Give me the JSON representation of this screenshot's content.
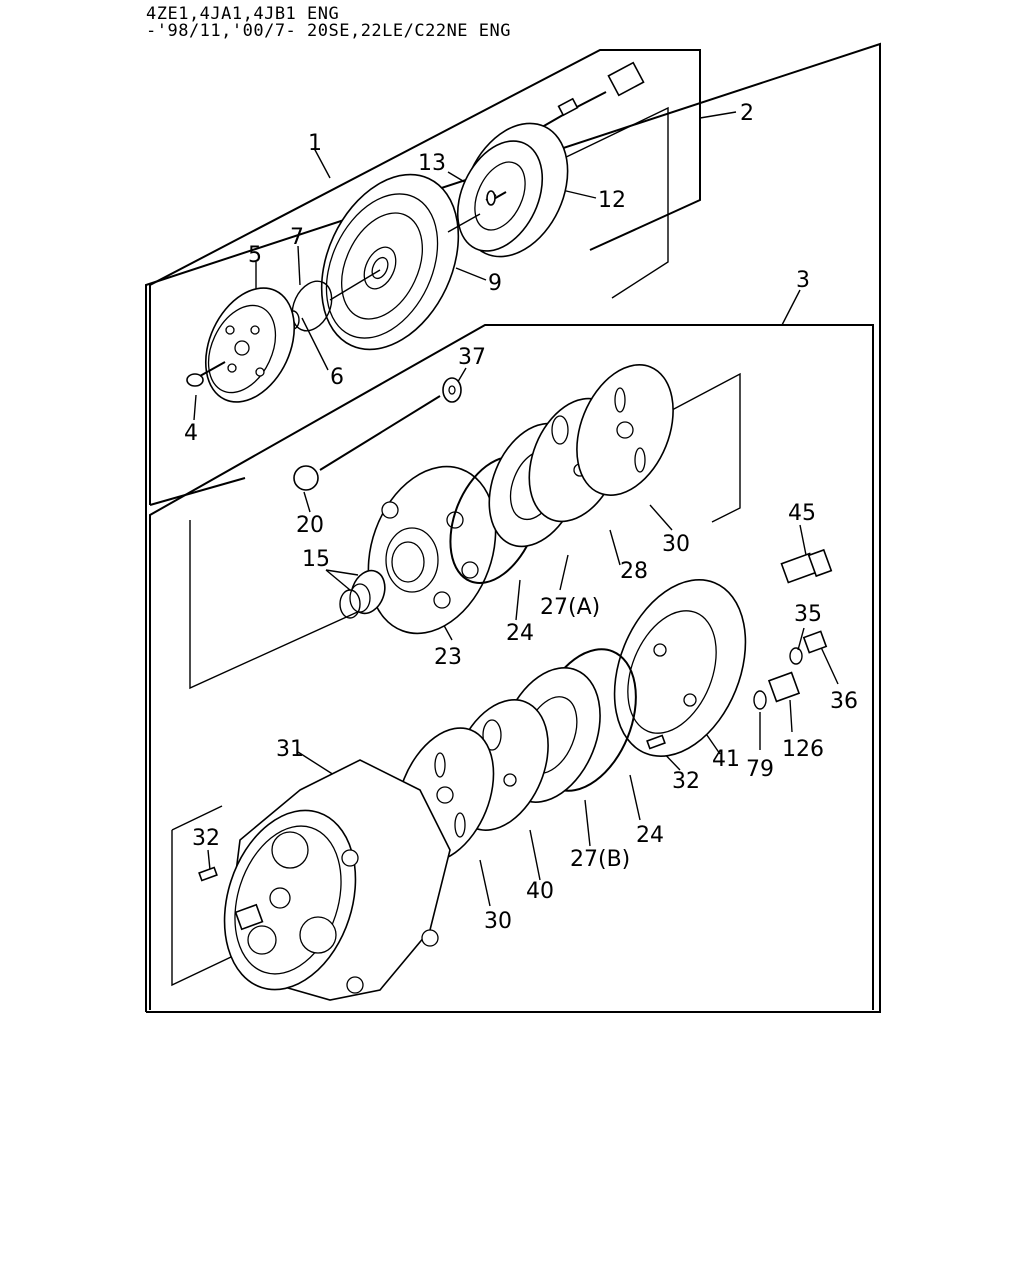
{
  "header": {
    "line1": "4ZE1,4JA1,4JB1 ENG",
    "line2": "-'98/11,'00/7- 20SE,22LE/C22NE ENG"
  },
  "callouts": {
    "c1": "1",
    "c2": "2",
    "c3": "3",
    "c4": "4",
    "c5": "5",
    "c6": "6",
    "c7": "7",
    "c9": "9",
    "c12": "12",
    "c13": "13",
    "c15": "15",
    "c20": "20",
    "c23": "23",
    "c24a": "24",
    "c24b": "24",
    "c27a": "27(A)",
    "c27b": "27(B)",
    "c28": "28",
    "c30a": "30",
    "c30b": "30",
    "c31": "31",
    "c32a": "32",
    "c32b": "32",
    "c35": "35",
    "c36": "36",
    "c37": "37",
    "c40": "40",
    "c41": "41",
    "c45": "45",
    "c79": "79",
    "c126": "126"
  }
}
